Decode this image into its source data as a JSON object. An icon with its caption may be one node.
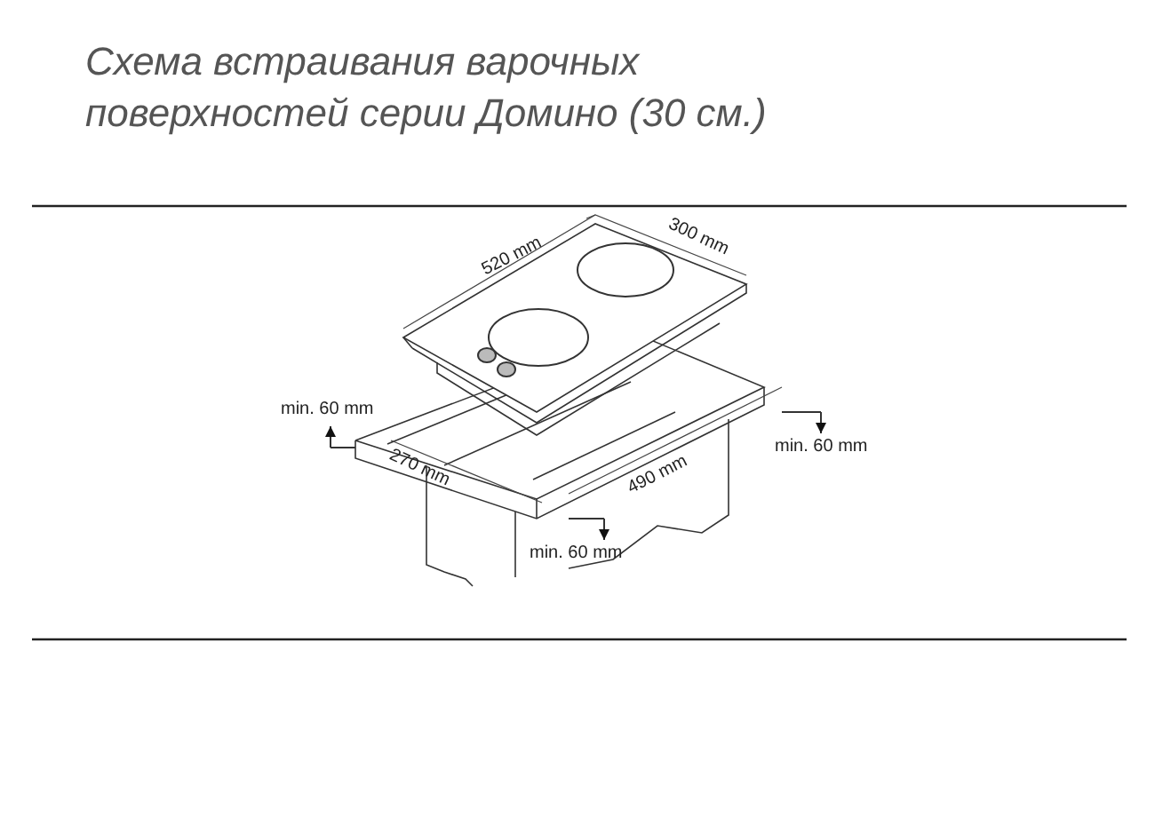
{
  "diagram": {
    "title": "Схема встраивания варочных поверхностей серии Домино (30 см.)",
    "labels": [
      "520 mm",
      "300 mm",
      "min. 60 mm",
      "min. 60 mm",
      "270 mm",
      "490 mm",
      "min. 60 mm"
    ]
  }
}
